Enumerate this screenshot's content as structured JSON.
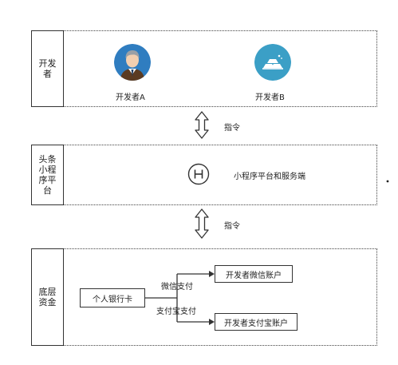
{
  "developers_band": {
    "label": "开发者",
    "developer_a": {
      "name": "开发者A",
      "icon": "person-avatar-icon"
    },
    "developer_b": {
      "name": "开发者B",
      "icon": "gold-bars-icon"
    }
  },
  "arrow_1": {
    "label": "指令"
  },
  "platform_band": {
    "label": "头条小程序平台",
    "service": {
      "name": "小程序平台和服务端",
      "icon": "h-circle-icon"
    }
  },
  "arrow_2": {
    "label": "指令"
  },
  "funds_band": {
    "label": "底层资金",
    "source": "个人银行卡",
    "routes": [
      {
        "label": "微信支付",
        "target": "开发者微信账户"
      },
      {
        "label": "支付宝支付",
        "target": "开发者支付宝账户"
      }
    ]
  },
  "colors": {
    "line": "#333333",
    "avatar_a_bg": "#2f7dc0",
    "avatar_b_bg": "#3b9fc6"
  }
}
